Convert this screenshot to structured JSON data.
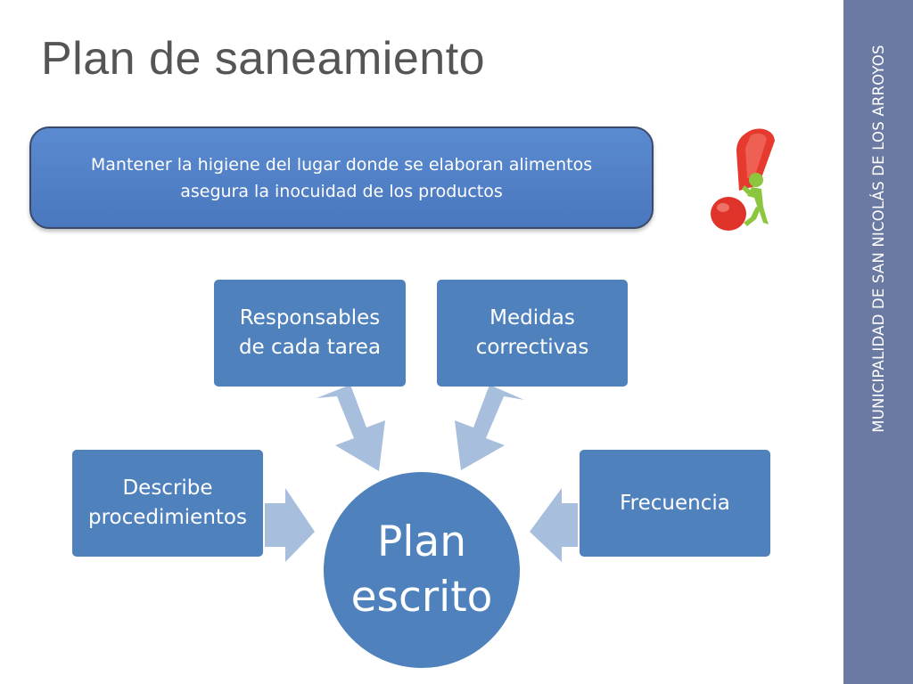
{
  "slide": {
    "title": "Plan de saneamiento",
    "sidebar_text": "MUNICIPALIDAD DE SAN NICOLÁS DE LOS ARROYOS",
    "callout": "Mantener la higiene del lugar donde se elaboran alimentos asegura la inocuidad de los productos"
  },
  "diagram": {
    "center": "Plan escrito",
    "nodes": {
      "describe": "Describe procedimientos",
      "responsables": "Responsables de cada tarea",
      "medidas": "Medidas correctivas",
      "frecuencia": "Frecuencia"
    }
  },
  "colors": {
    "box": "#4f81bd",
    "arrow": "#a8bedd",
    "sidebar": "#6a7aa2",
    "title": "#555555",
    "warning_red": "#e53a2d",
    "figure_green": "#8cc63f"
  },
  "icons": {
    "warning": "exclamation-pushing-figure-icon"
  }
}
